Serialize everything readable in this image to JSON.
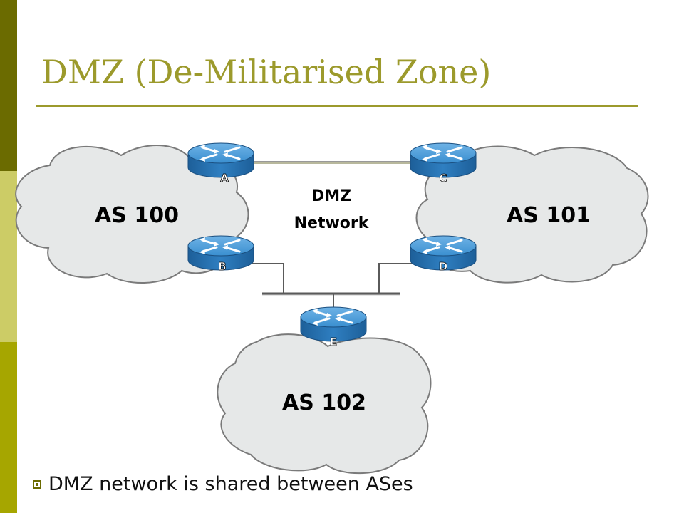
{
  "slide": {
    "title": "DMZ (De-Militarised Zone)",
    "bullet": "DMZ network is shared between ASes"
  },
  "diagram": {
    "clouds": [
      {
        "label": "AS 100"
      },
      {
        "label": "AS 101"
      },
      {
        "label": "AS 102"
      }
    ],
    "dmz_label_line1": "DMZ",
    "dmz_label_line2": "Network",
    "routers": [
      {
        "label": "A"
      },
      {
        "label": "B"
      },
      {
        "label": "C"
      },
      {
        "label": "D"
      },
      {
        "label": "E"
      }
    ]
  },
  "colors": {
    "accent": "#9c9a2c",
    "router": "#2f7fc1",
    "cloud_fill": "#e6e8e8"
  }
}
